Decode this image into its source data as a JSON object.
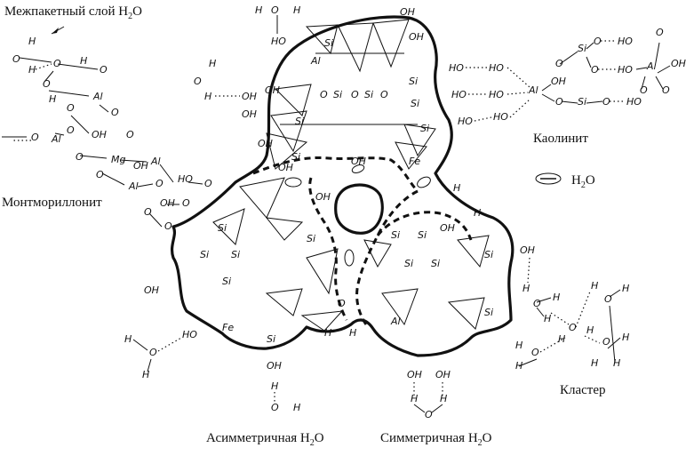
{
  "labels": {
    "interlayer_prefix": "Межпакетный слой H",
    "interlayer_sub": "2",
    "interlayer_suffix": "O",
    "kaolinite": "Каолинит",
    "montmorillonite": "Монтмориллонит",
    "legend_h2o_prefix": "H",
    "legend_h2o_sub": "2",
    "legend_h2o_suffix": "O",
    "cluster": "Кластер",
    "asym_prefix": "Асимметричная H",
    "asym_sub": "2",
    "asym_suffix": "O",
    "sym_prefix": "Симметричная H",
    "sym_sub": "2",
    "sym_suffix": "O"
  },
  "atoms": {
    "oh": "OH",
    "ho": "HO",
    "o": "O",
    "h": "H",
    "si": "Si",
    "al": "Al",
    "fe": "Fe",
    "mg": "Mg"
  },
  "colors": {
    "ink": "#111111",
    "background": "#ffffff"
  }
}
